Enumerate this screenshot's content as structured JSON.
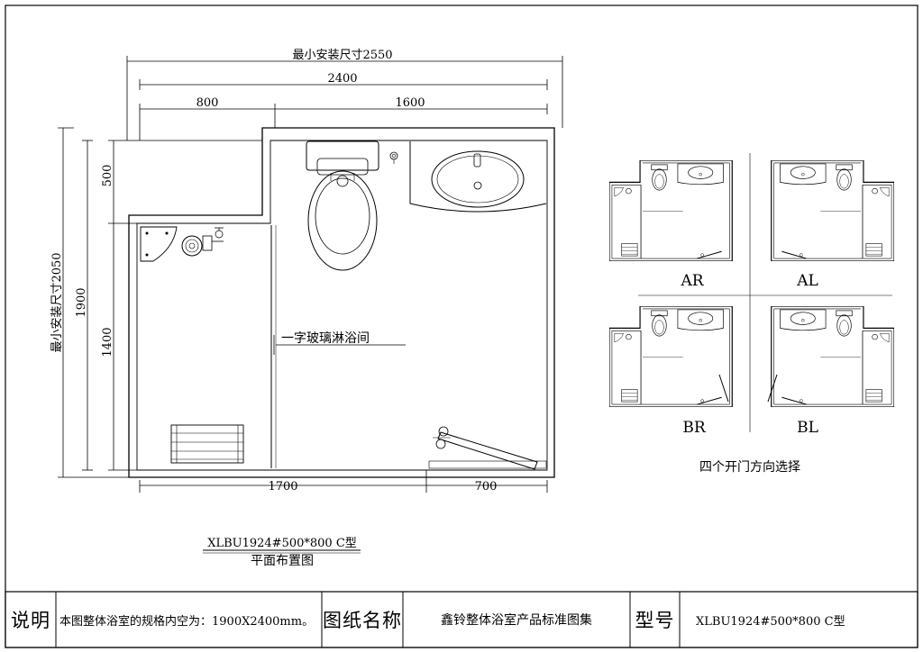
{
  "plan": {
    "dims": {
      "min_width": "最小安装尺寸2550",
      "inner_width": "2400",
      "left_width": "800",
      "right_width": "1600",
      "bottom_left": "1700",
      "bottom_right": "700",
      "min_height": "最小安装尺寸2050",
      "inner_height": "1900",
      "top_height": "500",
      "lower_height": "1400"
    },
    "shower_label": "一字玻璃淋浴间",
    "model_code": "XLBU1924#500*800  C型",
    "title": "平面布置图"
  },
  "options": {
    "labels": [
      "AR",
      "AL",
      "BR",
      "BL"
    ],
    "caption": "四个开门方向选择"
  },
  "title_block": {
    "desc_label": "说明",
    "desc_text": "本图整体浴室的规格内空为：1900X2400mm。",
    "drawing_name_label": "图纸名称",
    "drawing_name": "鑫铃整体浴室产品标准图集",
    "model_label": "型号",
    "model_value": "XLBU1924#500*800   C型"
  }
}
